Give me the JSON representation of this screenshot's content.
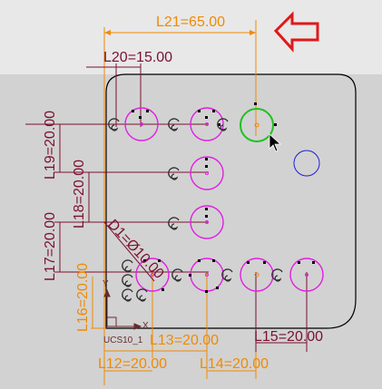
{
  "dimensions": {
    "l21": "L21=65.00",
    "l20": "L20=15.00",
    "l19": "L19=20.00",
    "l18": "L18=20.00",
    "l17": "L17=20.00",
    "l16": "L16=20.00",
    "d1": "D1=Ø10.00",
    "l13": "L13=20.00",
    "l15": "L15=20.00",
    "l12": "L12=20.00",
    "l14": "L14=20.00"
  },
  "ucs": {
    "label": "UCS10_1",
    "x_axis": "X",
    "y_axis": "Y"
  },
  "icons": {
    "arrow": "red-outline-left-arrow-icon",
    "cursor": "mouse-pointer-icon"
  },
  "colors": {
    "orange_dim": "#f08a00",
    "maroon_dim": "#7a1030",
    "hole": "#e020e0",
    "selected_hole": "#20c020",
    "blue_circle": "#2020d0",
    "arrow": "#e01818",
    "panel_bg": "#d2d2d2",
    "top_bg": "#e8e8e8"
  }
}
